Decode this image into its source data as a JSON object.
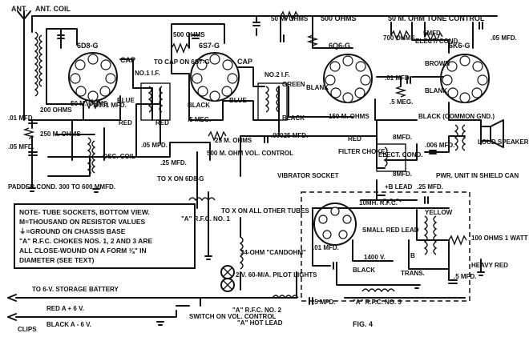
{
  "labels": {
    "ant": "ANT.",
    "ant_coil": "ANT. COIL",
    "tube1": "6D8-G",
    "tube2": "6S7-G",
    "tube3": "6Q6-G",
    "tube4": "6K6-G",
    "cap1": "CAP",
    "cap2": "CAP",
    "r500_top": "500 OHMS",
    "r50m_top": "50 M. OHMS",
    "r500_mid": "500 OHMS",
    "tone_control": "50 M. OHM TONE CONTROL",
    "r700": "700 OHMS",
    "elect_cond_top_a": "5MFD.",
    "elect_cond_top_b": "ELECT. COND.",
    "mfd05_right": ".05 MFD.",
    "brown": "BROWN",
    "blank_r": "BLANK",
    "blank_m": "BLANK",
    "to_cap_on": "TO CAP ON 6S7-G",
    "no1_if": "NO.1 I.F.",
    "no2_if": "NO.2 I.F.",
    "green": "GREEN",
    "r50m_left": "50 M. OHMS",
    "c0001": ".0001 MFD.",
    "blue1": "BLUE",
    "blue2": "BLUE",
    "black_tr": "BLACK",
    "meg5": ".5 MEG.",
    "mfd01": ".01 MFD.",
    "meg5_b": ".5 MEG.",
    "black_mid": "BLACK",
    "r150m": "150 M. OHMS",
    "black_common": "BLACK (COMMON GND.)",
    "r200": "200 OHMS",
    "mfd01_left": ".01 MFD.",
    "r250m": "250 M. OHMS",
    "mfd05_left": ".05 MFD.",
    "osc_coil": "OSC. COIL",
    "red_l": "RED",
    "red_m": "RED",
    "mfd05_b": ".05 MFD.",
    "mfd25": ".25 MFD.",
    "r25m": "25 M. OHMS",
    "c00025": ".00025 MFD.",
    "vol_control": "500 M. OHM VOL. CONTROL",
    "red_choke": "RED",
    "filter_choke": "FILTER CHOKE",
    "elect_cond": "ELECT. COND.",
    "mfd8_top": "8MFD.",
    "mfd8_bot": "8MFD.",
    "mfd006": ".006 MFD.",
    "loud_speaker": "LOUD SPEAKER",
    "padder": "PADDER COND. 300 TO 600 MMFD.",
    "to_x_6d8": "TO X ON 6D8-G",
    "vibrator_socket": "VIBRATOR SOCKET",
    "b_lead": "+B LEAD",
    "mfd25_b": ".25 MFD.",
    "pwr_unit": "PWR. UNIT IN SHIELD CAN",
    "rfc10mh": "10MH. R.F.C.",
    "yellow": "YELLOW",
    "small_red_lead": "SMALL RED LEAD",
    "r100": "100 OHMS 1 WATT",
    "heavy_red": "HEAVY RED",
    "mfd01_v": ".01 MFD.",
    "v1400": "1400 V.",
    "trans": "TRANS.",
    "b_tap": "B",
    "black_v": "BLACK",
    "mfd5_v": ".5 MFD.",
    "arfc1": "\"A\" R.F.C. NO. 1",
    "to_x_all": "TO X ON ALL OTHER TUBES",
    "candohm": "34-OHM \"CANDOHM\"",
    "pilot": "2 V. 60-M/A. PILOT LIGHTS",
    "storage": "TO 6-V. STORAGE BATTERY",
    "red_a": "RED A + 6 V.",
    "black_a": "BLACK A - 6 V.",
    "clips": "CLIPS",
    "switch": "SWITCH ON VOL. CONTROL",
    "arfc2": "\"A\" R.F.C. NO. 2",
    "a_hot": "\"A\" HOT LEAD",
    "mfd5_bot": ".5 MFD.",
    "arfc3": "\"A\" R.F.C. NO. 3",
    "fig": "FIG. 4"
  },
  "note": {
    "line1": "NOTE- TUBE SOCKETS, BOTTOM VIEW.",
    "line2": "M=THOUSAND ON RESISTOR VALUES",
    "line3": "⏚=GROUND ON CHASSIS BASE",
    "line4": "\"A\" R.F.C. CHOKES NOS. 1, 2 AND 3 ARE",
    "line5": "ALL CLOSE-WOUND ON A FORM ⅜\" IN",
    "line6": "DIAMETER  (SEE TEXT)"
  }
}
